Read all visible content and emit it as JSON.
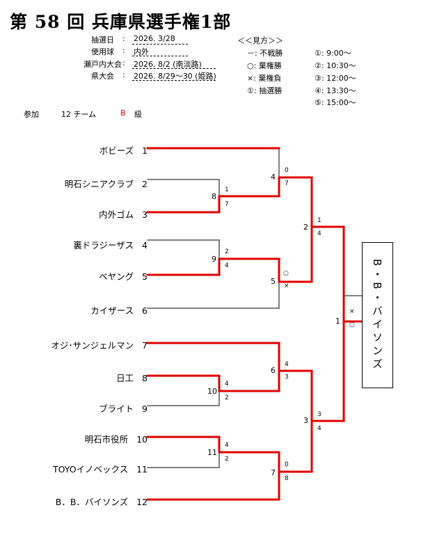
{
  "title": "第 58 回 兵庫県選手権1部",
  "info": [
    {
      "label": "抽選日",
      "value": "2026. 3/28"
    },
    {
      "label": "使用球",
      "value": "内外"
    },
    {
      "label": "瀬戸内大会",
      "value": "2026. 8/2 (南淡路)"
    },
    {
      "label": "県大会",
      "value": "2026. 8/29～30 (姫路)"
    }
  ],
  "key": {
    "heading": "＜＜見方＞＞",
    "symbols": [
      "－: 不戦勝",
      "○: 棄権勝",
      "×: 棄権負",
      "①: 抽選勝"
    ],
    "times": [
      "①:  9:00～",
      "②: 10:30～",
      "③: 12:00～",
      "④: 13:30～",
      "⑤: 15:00～"
    ]
  },
  "participants": {
    "label": "参加",
    "count": "12 チーム",
    "grade": "B",
    "grade_suffix": "級"
  },
  "teams": [
    {
      "name": "ボビーズ",
      "seed": "1"
    },
    {
      "name": "明石シニアクラブ",
      "seed": "2"
    },
    {
      "name": "内外ゴム",
      "seed": "3"
    },
    {
      "name": "裏ドラジーザス",
      "seed": "4"
    },
    {
      "name": "ベヤング",
      "seed": "5"
    },
    {
      "name": "カイザース",
      "seed": "6"
    },
    {
      "name": "オジ･サンジェルマン",
      "seed": "7"
    },
    {
      "name": "日工",
      "seed": "8"
    },
    {
      "name": "ブライト",
      "seed": "9"
    },
    {
      "name": "明石市役所",
      "seed": "10"
    },
    {
      "name": "TOYOイノベックス",
      "seed": "11"
    },
    {
      "name": "B．B．バイソンズ",
      "seed": "12"
    }
  ],
  "matches": [
    {
      "id": "m8",
      "number": "8",
      "top_score": "1",
      "bottom_score": "7"
    },
    {
      "id": "m4",
      "number": "4",
      "top_score": "0",
      "bottom_score": "7"
    },
    {
      "id": "m9",
      "number": "9",
      "top_score": "2",
      "bottom_score": "4"
    },
    {
      "id": "m5",
      "number": "5",
      "top_score": "○",
      "bottom_score": "×"
    },
    {
      "id": "m2",
      "number": "2",
      "top_score": "1",
      "bottom_score": "4"
    },
    {
      "id": "m10",
      "number": "10",
      "top_score": "4",
      "bottom_score": "2"
    },
    {
      "id": "m6",
      "number": "6",
      "top_score": "4",
      "bottom_score": "3"
    },
    {
      "id": "m11",
      "number": "11",
      "top_score": "4",
      "bottom_score": "2"
    },
    {
      "id": "m7",
      "number": "7",
      "top_score": "0",
      "bottom_score": "8"
    },
    {
      "id": "m3",
      "number": "3",
      "top_score": "3",
      "bottom_score": "4"
    },
    {
      "id": "m1",
      "number": "1",
      "top_score": "×",
      "bottom_score": "○"
    }
  ],
  "champion": "B・B・バイソンズ",
  "colors": {
    "winner_line": "#e00000",
    "loser_line": "#000000",
    "grade": "#e00000"
  }
}
